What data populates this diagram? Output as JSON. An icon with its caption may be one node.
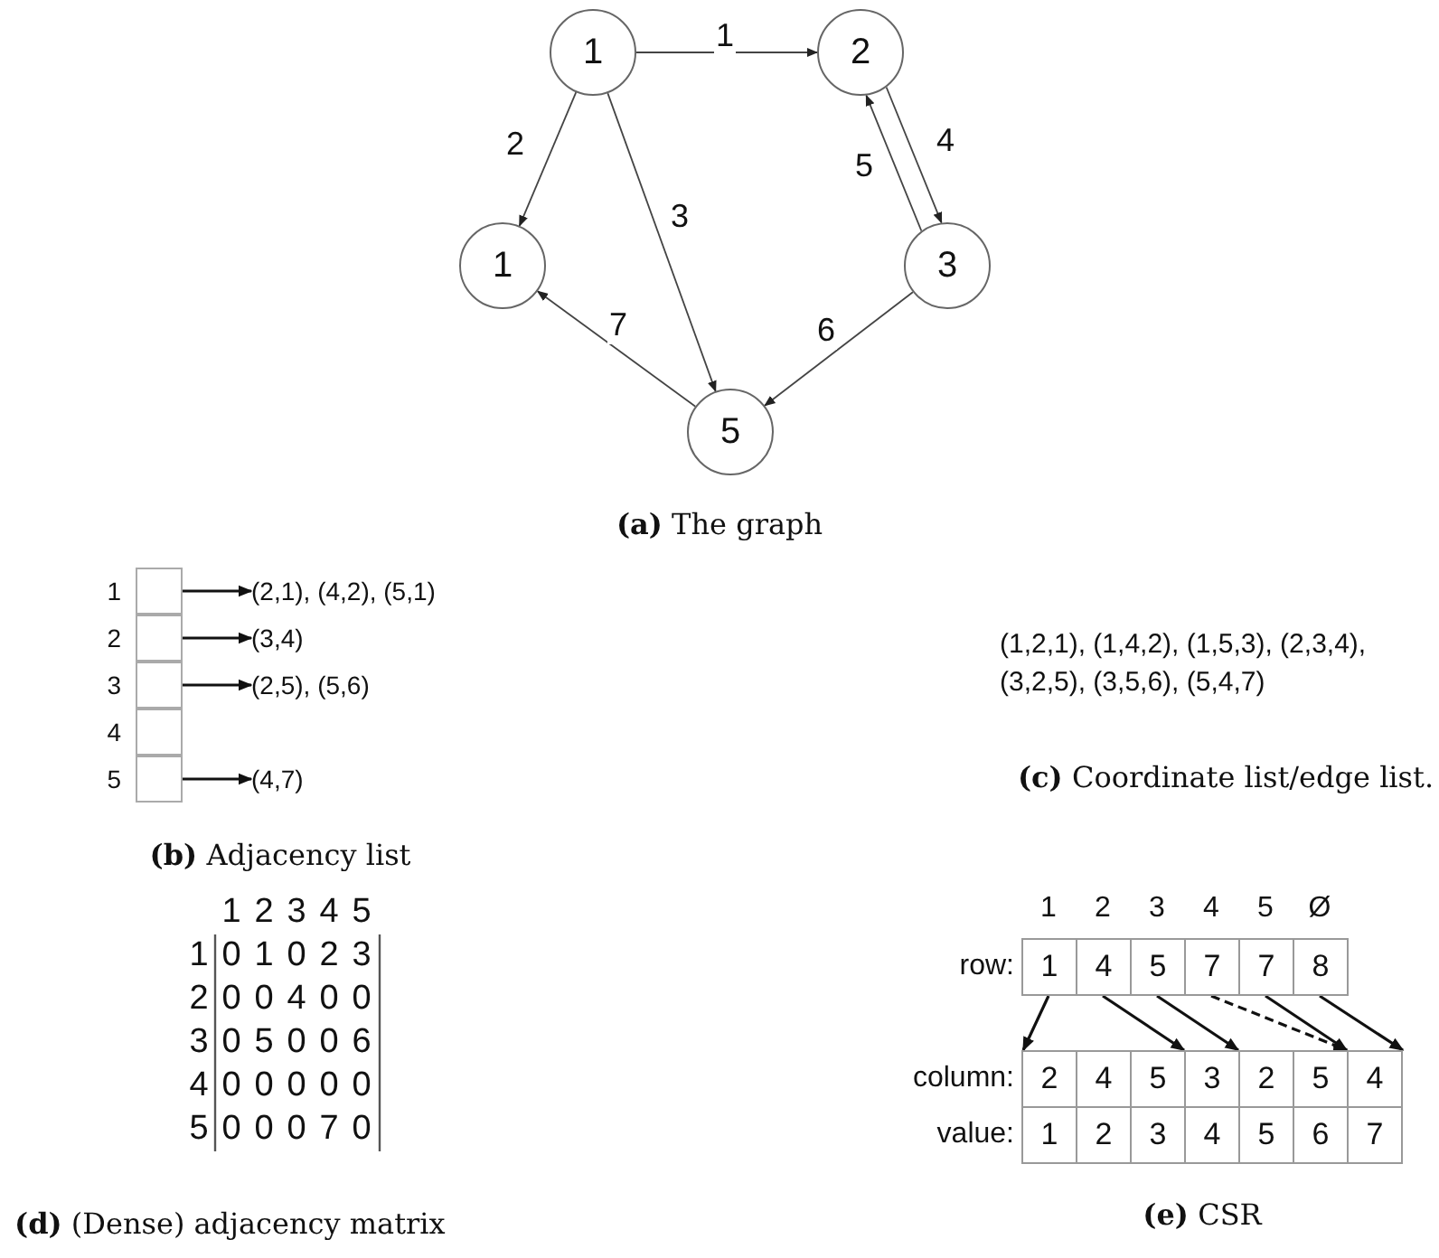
{
  "diagram": {
    "nodes": [
      {
        "text": [
          "1"
        ]
      },
      {
        "text": [
          "2"
        ]
      },
      {
        "text": [
          "1"
        ]
      },
      {
        "text": [
          "3"
        ]
      },
      {
        "text": [
          "5"
        ]
      },
      {
        "text": [],
        "shape": "box",
        "beside": [
          "1"
        ]
      },
      {
        "text": [],
        "shape": "box",
        "beside": [
          "2"
        ]
      },
      {
        "text": [],
        "shape": "box",
        "beside": [
          "3"
        ]
      },
      {
        "text": [],
        "shape": "box",
        "beside": [
          "4"
        ]
      },
      {
        "text": [],
        "shape": "box",
        "beside": [
          "5"
        ]
      },
      {
        "text": [
          "(2,1), (4,2), (5,1)"
        ]
      },
      {
        "text": [
          "(3,4)"
        ]
      },
      {
        "text": [
          "(2,5), (5,6)"
        ]
      },
      {
        "text": [
          "(4,7)"
        ]
      },
      {
        "text": [
          "1"
        ]
      },
      {
        "text": [
          "4"
        ]
      },
      {
        "text": [
          "5"
        ]
      },
      {
        "text": [
          "7"
        ]
      },
      {
        "text": [
          "7"
        ]
      },
      {
        "text": [
          "8"
        ]
      },
      {
        "text": [
          "2"
        ]
      },
      {
        "text": [
          "4"
        ]
      },
      {
        "text": [
          "5"
        ]
      },
      {
        "text": [
          "3"
        ]
      },
      {
        "text": [
          "2"
        ]
      },
      {
        "text": [
          "5"
        ]
      },
      {
        "text": [
          "4"
        ]
      },
      {
        "text": [
          "1"
        ]
      },
      {
        "text": [
          "2"
        ]
      },
      {
        "text": [
          "3"
        ]
      },
      {
        "text": [
          "4"
        ]
      },
      {
        "text": [
          "5"
        ]
      },
      {
        "text": [
          "6"
        ]
      },
      {
        "text": [
          "7"
        ]
      }
    ],
    "edges": [
      {
        "from": 0,
        "to": 1,
        "arrow": "to",
        "label": "1"
      },
      {
        "from": 0,
        "to": 2,
        "arrow": "to",
        "label": "2"
      },
      {
        "from": 0,
        "to": 4,
        "arrow": "to",
        "label": "3"
      },
      {
        "from": 1,
        "to": 3,
        "arrow": "to",
        "label": "4"
      },
      {
        "from": 3,
        "to": 1,
        "arrow": "to",
        "label": "5"
      },
      {
        "from": 3,
        "to": 4,
        "arrow": "to",
        "label": "6"
      },
      {
        "from": 4,
        "to": 2,
        "arrow": "to",
        "label": "7"
      },
      {
        "from": 5,
        "to": 10,
        "arrow": "to"
      },
      {
        "from": 6,
        "to": 11,
        "arrow": "to"
      },
      {
        "from": 7,
        "to": 12,
        "arrow": "to"
      },
      {
        "from": 9,
        "to": 13,
        "arrow": "to"
      },
      {
        "from": 14,
        "to": 20,
        "arrow": "to"
      },
      {
        "from": 15,
        "to": 23,
        "arrow": "to"
      },
      {
        "from": 16,
        "to": 24,
        "arrow": "to"
      },
      {
        "from": 17,
        "to": 26,
        "arrow": "to",
        "style": "dashed"
      },
      {
        "from": 18,
        "to": 26,
        "arrow": "to"
      },
      {
        "from": 19,
        "to": 26,
        "arrow": "to"
      }
    ],
    "labels": [
      "**(a)** The graph",
      "**(b)** Adjacency list",
      "(1,2,1), (1,4,2), (1,5,3), (2,3,4), (3,2,5), (3,5,6), (5,4,7)",
      "**(c)** Coordinate list/edge list.",
      "1",
      "2",
      "3",
      "4",
      "5",
      "1",
      "0",
      "1",
      "0",
      "2",
      "3",
      "2",
      "0",
      "0",
      "4",
      "0",
      "0",
      "3",
      "0",
      "5",
      "0",
      "0",
      "6",
      "4",
      "0",
      "0",
      "0",
      "0",
      "0",
      "5",
      "0",
      "0",
      "0",
      "7",
      "0",
      "**(d)** (Dense) adjacency matrix",
      "1",
      "2",
      "3",
      "4",
      "5",
      "Ø",
      "row:",
      "column:",
      "value:",
      "**(e)** CSR"
    ]
  }
}
